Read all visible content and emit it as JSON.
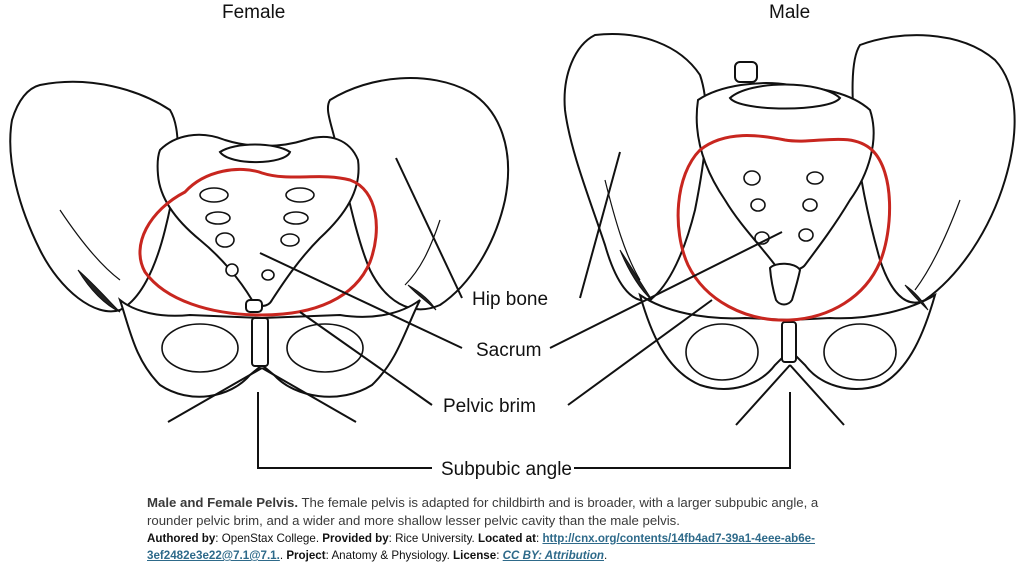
{
  "titles": {
    "female": "Female",
    "male": "Male"
  },
  "labels": {
    "hip_bone": "Hip bone",
    "sacrum": "Sacrum",
    "pelvic_brim": "Pelvic brim",
    "subpubic_angle": "Subpubic angle"
  },
  "caption": {
    "heading": "Male and Female Pelvis.",
    "text": "The female pelvis is adapted for childbirth and is broader, with a larger subpubic angle, a rounder pelvic brim, and a wider and more shallow lesser pelvic cavity than the male pelvis."
  },
  "credits": {
    "authored_label": "Authored by",
    "authored_value": "OpenStax College.",
    "provided_label": "Provided by",
    "provided_value": "Rice University.",
    "located_label": "Located at",
    "located_url": "http://cnx.org/contents/14fb4ad7-39a1-4eee-ab6e-3ef2482e3e22@7.1@7.1.",
    "project_label": "Project",
    "project_value": "Anatomy & Physiology.",
    "license_label": "License",
    "license_value": "CC BY: Attribution"
  },
  "colors": {
    "pelvic_brim_outline": "#c8261f",
    "link": "#2e6a8a",
    "caption_text": "#3a3a3a"
  }
}
